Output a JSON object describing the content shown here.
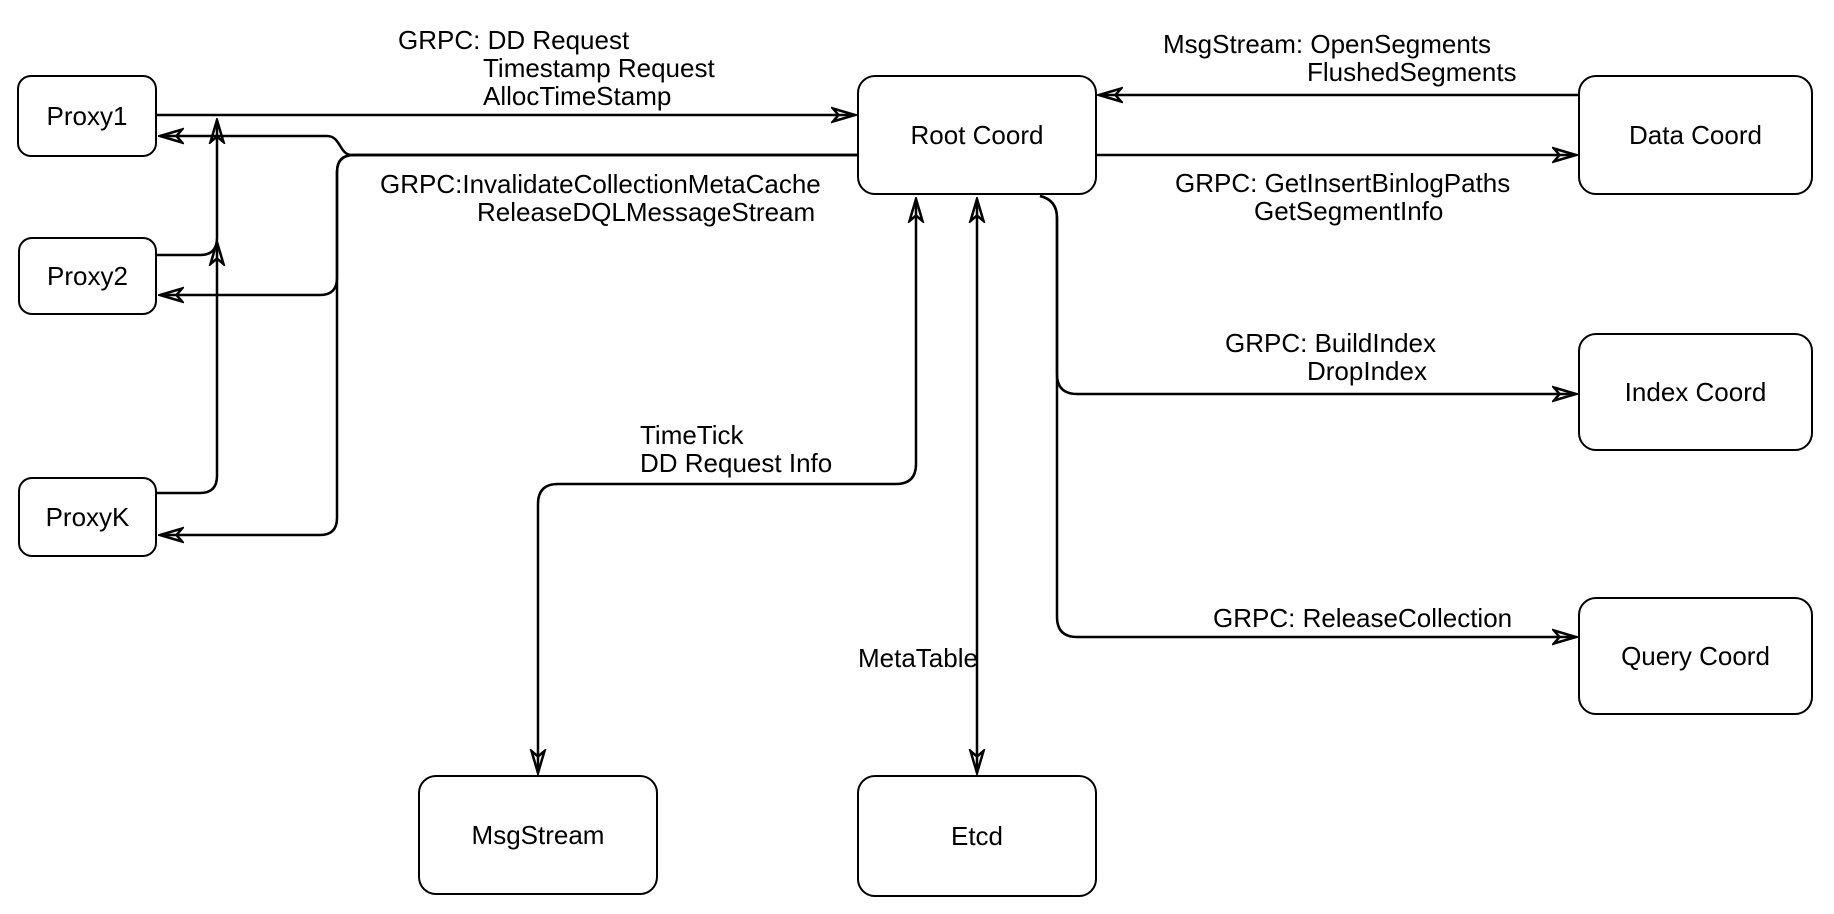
{
  "nodes": {
    "proxy1": {
      "label": "Proxy1"
    },
    "proxy2": {
      "label": "Proxy2"
    },
    "proxyk": {
      "label": "ProxyK"
    },
    "root": {
      "label": "Root Coord"
    },
    "data": {
      "label": "Data Coord"
    },
    "index": {
      "label": "Index Coord"
    },
    "query": {
      "label": "Query Coord"
    },
    "msgstream": {
      "label": "MsgStream"
    },
    "etcd": {
      "label": "Etcd"
    }
  },
  "edge_labels": {
    "proxy_to_root": {
      "lines": [
        "GRPC: DD Request",
        "Timestamp Request",
        "AllocTimeStamp"
      ]
    },
    "root_to_proxy": {
      "lines": [
        "GRPC:InvalidateCollectionMetaCache",
        "ReleaseDQLMessageStream"
      ]
    },
    "data_to_root": {
      "lines": [
        "MsgStream: OpenSegments",
        "FlushedSegments"
      ]
    },
    "root_to_data": {
      "lines": [
        "GRPC: GetInsertBinlogPaths",
        "GetSegmentInfo"
      ]
    },
    "root_to_index": {
      "lines": [
        "GRPC: BuildIndex",
        "DropIndex"
      ]
    },
    "root_to_query": {
      "lines": [
        "GRPC: ReleaseCollection"
      ]
    },
    "root_to_msgstream": {
      "lines": [
        "TimeTick",
        "DD Request Info"
      ]
    },
    "root_to_etcd": {
      "lines": [
        "MetaTable"
      ]
    }
  },
  "edges": [
    {
      "from": "Proxy1",
      "to": "Root Coord",
      "arrow": "to",
      "label": "GRPC: DD Request / Timestamp Request / AllocTimeStamp"
    },
    {
      "from": "Proxy2",
      "to": "Root Coord",
      "arrow": "to",
      "label": ""
    },
    {
      "from": "ProxyK",
      "to": "Root Coord",
      "arrow": "to",
      "label": ""
    },
    {
      "from": "Root Coord",
      "to": "Proxy1",
      "arrow": "to",
      "label": "GRPC:InvalidateCollectionMetaCache / ReleaseDQLMessageStream"
    },
    {
      "from": "Root Coord",
      "to": "Proxy2",
      "arrow": "to",
      "label": ""
    },
    {
      "from": "Root Coord",
      "to": "ProxyK",
      "arrow": "to",
      "label": ""
    },
    {
      "from": "Data Coord",
      "to": "Root Coord",
      "arrow": "to",
      "label": "MsgStream: OpenSegments / FlushedSegments"
    },
    {
      "from": "Root Coord",
      "to": "Data Coord",
      "arrow": "to",
      "label": "GRPC: GetInsertBinlogPaths / GetSegmentInfo"
    },
    {
      "from": "Root Coord",
      "to": "Index Coord",
      "arrow": "to",
      "label": "GRPC: BuildIndex / DropIndex"
    },
    {
      "from": "Root Coord",
      "to": "Query Coord",
      "arrow": "to",
      "label": "GRPC: ReleaseCollection"
    },
    {
      "from": "Root Coord",
      "to": "MsgStream",
      "arrow": "both",
      "label": "TimeTick / DD Request Info"
    },
    {
      "from": "Root Coord",
      "to": "Etcd",
      "arrow": "both",
      "label": "MetaTable"
    }
  ],
  "colors": {
    "line": "#000000",
    "node_fill": "#ffffff",
    "background": "#ffffff",
    "text": "#000000"
  }
}
